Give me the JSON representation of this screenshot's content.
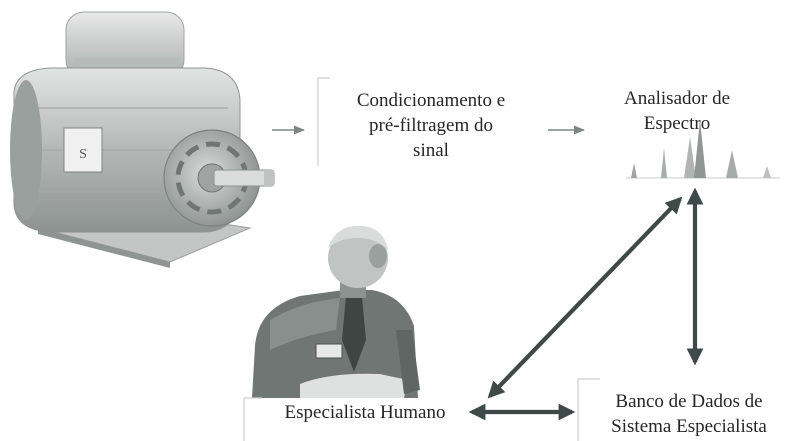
{
  "conditioning": {
    "lines": [
      "Condicionamento e",
      "pré-filtragem do",
      "sinal"
    ]
  },
  "spectrum_analyzer": {
    "lines": [
      "Analisador de",
      "Espectro"
    ]
  },
  "human_expert": {
    "label": "Especialista Humano"
  },
  "expert_database": {
    "lines": [
      "Banco de Dados de",
      "Sistema Especialista"
    ]
  },
  "motor_nameplate": {
    "text": "S"
  },
  "colors": {
    "arrow_dark": "#3f4a48",
    "arrow_light": "#7f8684",
    "motor_body": "#b9bdbb",
    "box_frame": "#c9c9c9"
  },
  "icons": {
    "motor": "electric-motor-illustration",
    "spectrum": "spectrum-peaks-icon",
    "person": "human-expert-photo"
  }
}
